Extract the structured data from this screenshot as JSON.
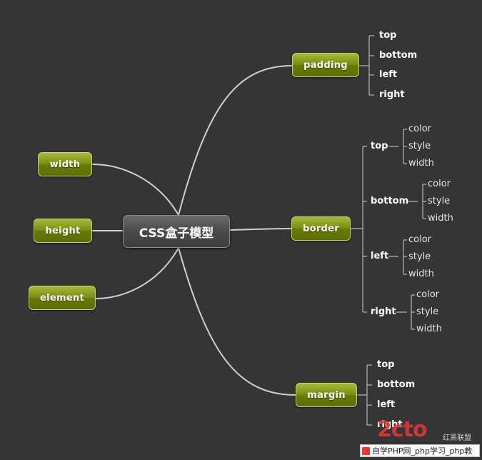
{
  "center": {
    "label": "CSS盒子模型"
  },
  "left_nodes": [
    {
      "label": "width"
    },
    {
      "label": "height"
    },
    {
      "label": "element"
    }
  ],
  "padding": {
    "label": "padding",
    "children": [
      "top",
      "bottom",
      "left",
      "right"
    ]
  },
  "border": {
    "label": "border",
    "groups": [
      {
        "label": "top",
        "children": [
          "color",
          "style",
          "width"
        ]
      },
      {
        "label": "bottom",
        "children": [
          "color",
          "style",
          "width"
        ]
      },
      {
        "label": "left",
        "children": [
          "color",
          "style",
          "width"
        ]
      },
      {
        "label": "right",
        "children": [
          "color",
          "style",
          "width"
        ]
      }
    ]
  },
  "margin": {
    "label": "margin",
    "children": [
      "top",
      "bottom",
      "left",
      "right"
    ]
  },
  "watermark": {
    "logo": "2cto",
    "small": "红黑联盟",
    "caption": "自学PHP网_php学习_php教"
  },
  "colors": {
    "background": "#353535",
    "node_green": "#7b8d10",
    "connector": "#cfcfcf"
  }
}
